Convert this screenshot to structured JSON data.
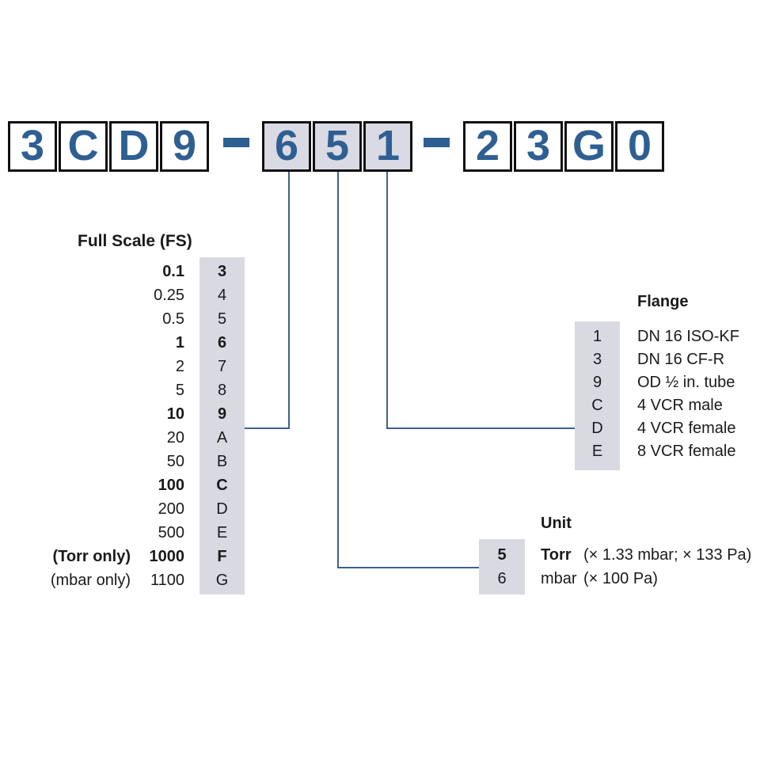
{
  "part_number": {
    "separator": "-",
    "groups": [
      {
        "name": "base",
        "highlighted": false,
        "chars": [
          "3",
          "C",
          "D",
          "9"
        ]
      },
      {
        "name": "config",
        "highlighted": true,
        "chars": [
          "6",
          "5",
          "1"
        ]
      },
      {
        "name": "options",
        "highlighted": false,
        "chars": [
          "2",
          "3",
          "G",
          "0"
        ]
      }
    ]
  },
  "full_scale": {
    "title": "Full Scale (FS)",
    "rows": [
      {
        "prefix": "",
        "value": "0.1",
        "code": "3"
      },
      {
        "prefix": "",
        "value": "0.25",
        "code": "4"
      },
      {
        "prefix": "",
        "value": "0.5",
        "code": "5"
      },
      {
        "prefix": "",
        "value": "1",
        "code": "6"
      },
      {
        "prefix": "",
        "value": "2",
        "code": "7"
      },
      {
        "prefix": "",
        "value": "5",
        "code": "8"
      },
      {
        "prefix": "",
        "value": "10",
        "code": "9"
      },
      {
        "prefix": "",
        "value": "20",
        "code": "A"
      },
      {
        "prefix": "",
        "value": "50",
        "code": "B"
      },
      {
        "prefix": "",
        "value": "100",
        "code": "C"
      },
      {
        "prefix": "",
        "value": "200",
        "code": "D"
      },
      {
        "prefix": "",
        "value": "500",
        "code": "E"
      },
      {
        "prefix": "(Torr only)",
        "value": "1000",
        "code": "F"
      },
      {
        "prefix": "(mbar only)",
        "value": "1100",
        "code": "G"
      }
    ]
  },
  "flange": {
    "title": "Flange",
    "rows": [
      {
        "code": "1",
        "label": "DN 16 ISO-KF"
      },
      {
        "code": "3",
        "label": "DN 16 CF-R"
      },
      {
        "code": "9",
        "label": "OD ½ in. tube"
      },
      {
        "code": "C",
        "label": "4 VCR male"
      },
      {
        "code": "D",
        "label": "4 VCR female"
      },
      {
        "code": "E",
        "label": "8 VCR female"
      }
    ]
  },
  "unit": {
    "title": "Unit",
    "rows": [
      {
        "code": "5",
        "label": "Torr",
        "note": "(× 1.33 mbar; × 133 Pa)"
      },
      {
        "code": "6",
        "label": "mbar",
        "note": "(× 100 Pa)"
      }
    ]
  },
  "colors": {
    "digit_blue": "#2e5f92",
    "cell_gray": "#d9dae3",
    "column_gray": "#d9d9e2",
    "line_blue": "#3f6189",
    "border_black": "#111111"
  }
}
